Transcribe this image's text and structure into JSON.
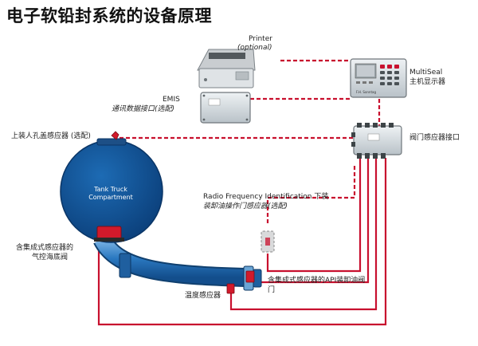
{
  "title": "电子软铅封系统的设备原理",
  "labels": {
    "printer": "Printer",
    "printer_optional": "(optional)",
    "multiseal": "MultiSeal",
    "multiseal_sub": "主机显示器",
    "emis": "EMIS",
    "emis_sub": "通讯数据接口(选配)",
    "manhole": "上装人孔盖感应器 (选配)",
    "valve_interface": "阀门感应器接口",
    "tank_line1": "Tank Truck",
    "tank_line2": "Compartment",
    "rfid_line1": "Radio Frequency Identification 下装",
    "rfid_line2": "装卸油操作门感应器(选配)",
    "pneumatic_line1": "含集成式感应器的",
    "pneumatic_line2": "气控海底阀",
    "api_line1": "含集成式感应器的API装卸油阀",
    "api_line2": "门",
    "temp": "温度感应器",
    "device_brand": "F.H. Sonntag"
  },
  "colors": {
    "wire": "#c8102e",
    "tank": "#0f4f95",
    "pipe": "#2e7ec4",
    "device_body": "#d4dade",
    "device_screen": "#9aa3a8"
  }
}
